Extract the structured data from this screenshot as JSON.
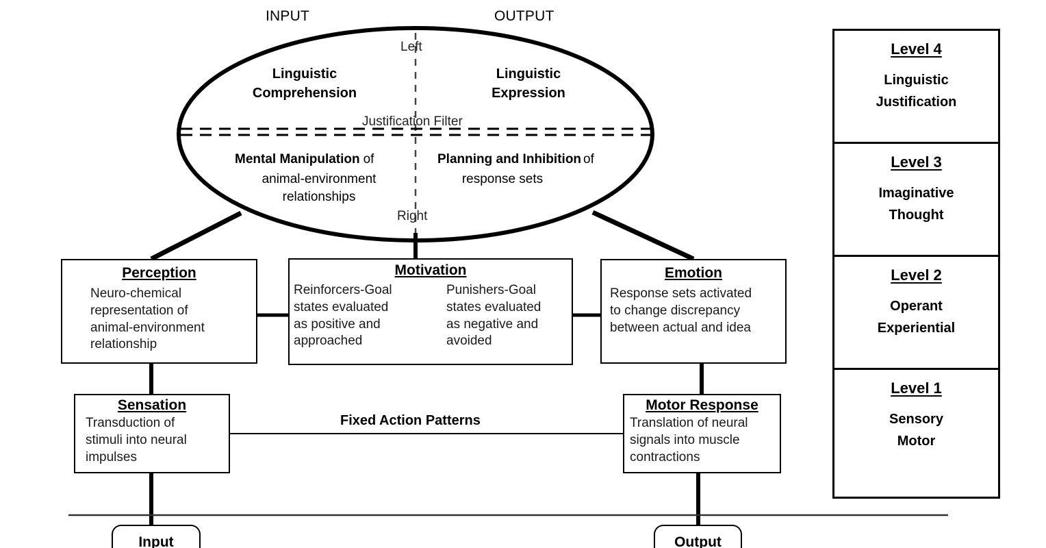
{
  "diagram": {
    "title_captions": {
      "input": "INPUT",
      "output": "OUTPUT"
    },
    "ellipse": {
      "hemisphere_top": "Left",
      "hemisphere_bottom": "Right",
      "filter_label": "Justification Filter",
      "quadrants": {
        "upper_left_title": "Linguistic\nComprehension",
        "upper_right_title": "Linguistic\nExpression",
        "lower_left_bold": "Mental Manipulation",
        "lower_left_tail": "of",
        "lower_left_sub": "animal-environment\nrelationships",
        "lower_right_bold": "Planning and Inhibition",
        "lower_right_tail": "of",
        "lower_right_sub": "response sets"
      }
    },
    "nodes": {
      "perception": {
        "title": "Perception",
        "body": "Neuro-chemical\nrepresentation of\nanimal-environment\nrelationship"
      },
      "motivation": {
        "title": "Motivation",
        "left_body": "Reinforcers-Goal\nstates evaluated\nas positive and\napproached",
        "right_body": "Punishers-Goal\nstates evaluated\nas negative and\navoided"
      },
      "emotion": {
        "title": "Emotion",
        "body": "Response sets activated\nto change discrepancy\nbetween actual and idea"
      },
      "sensation": {
        "title": "Sensation",
        "body": "Transduction of\nstimuli into neural\nimpulses"
      },
      "motor_response": {
        "title": "Motor Response",
        "body": "Translation of neural\nsignals into muscle\ncontractions"
      }
    },
    "connectors": {
      "fixed_action_patterns": "Fixed Action Patterns"
    },
    "bottom": {
      "input_box": "Input",
      "output_box": "Output"
    },
    "legend": {
      "cells": [
        {
          "level": "Level 4",
          "desc": "Linguistic\nJustification"
        },
        {
          "level": "Level 3",
          "desc": "Imaginative\nThought"
        },
        {
          "level": "Level 2",
          "desc": "Operant\nExperiential"
        },
        {
          "level": "Level 1",
          "desc": "Sensory\nMotor"
        }
      ]
    },
    "colors": {
      "ink": "#000000",
      "background": "#ffffff",
      "body_text": "#1a1a1a",
      "muted_text": "#222222"
    }
  }
}
